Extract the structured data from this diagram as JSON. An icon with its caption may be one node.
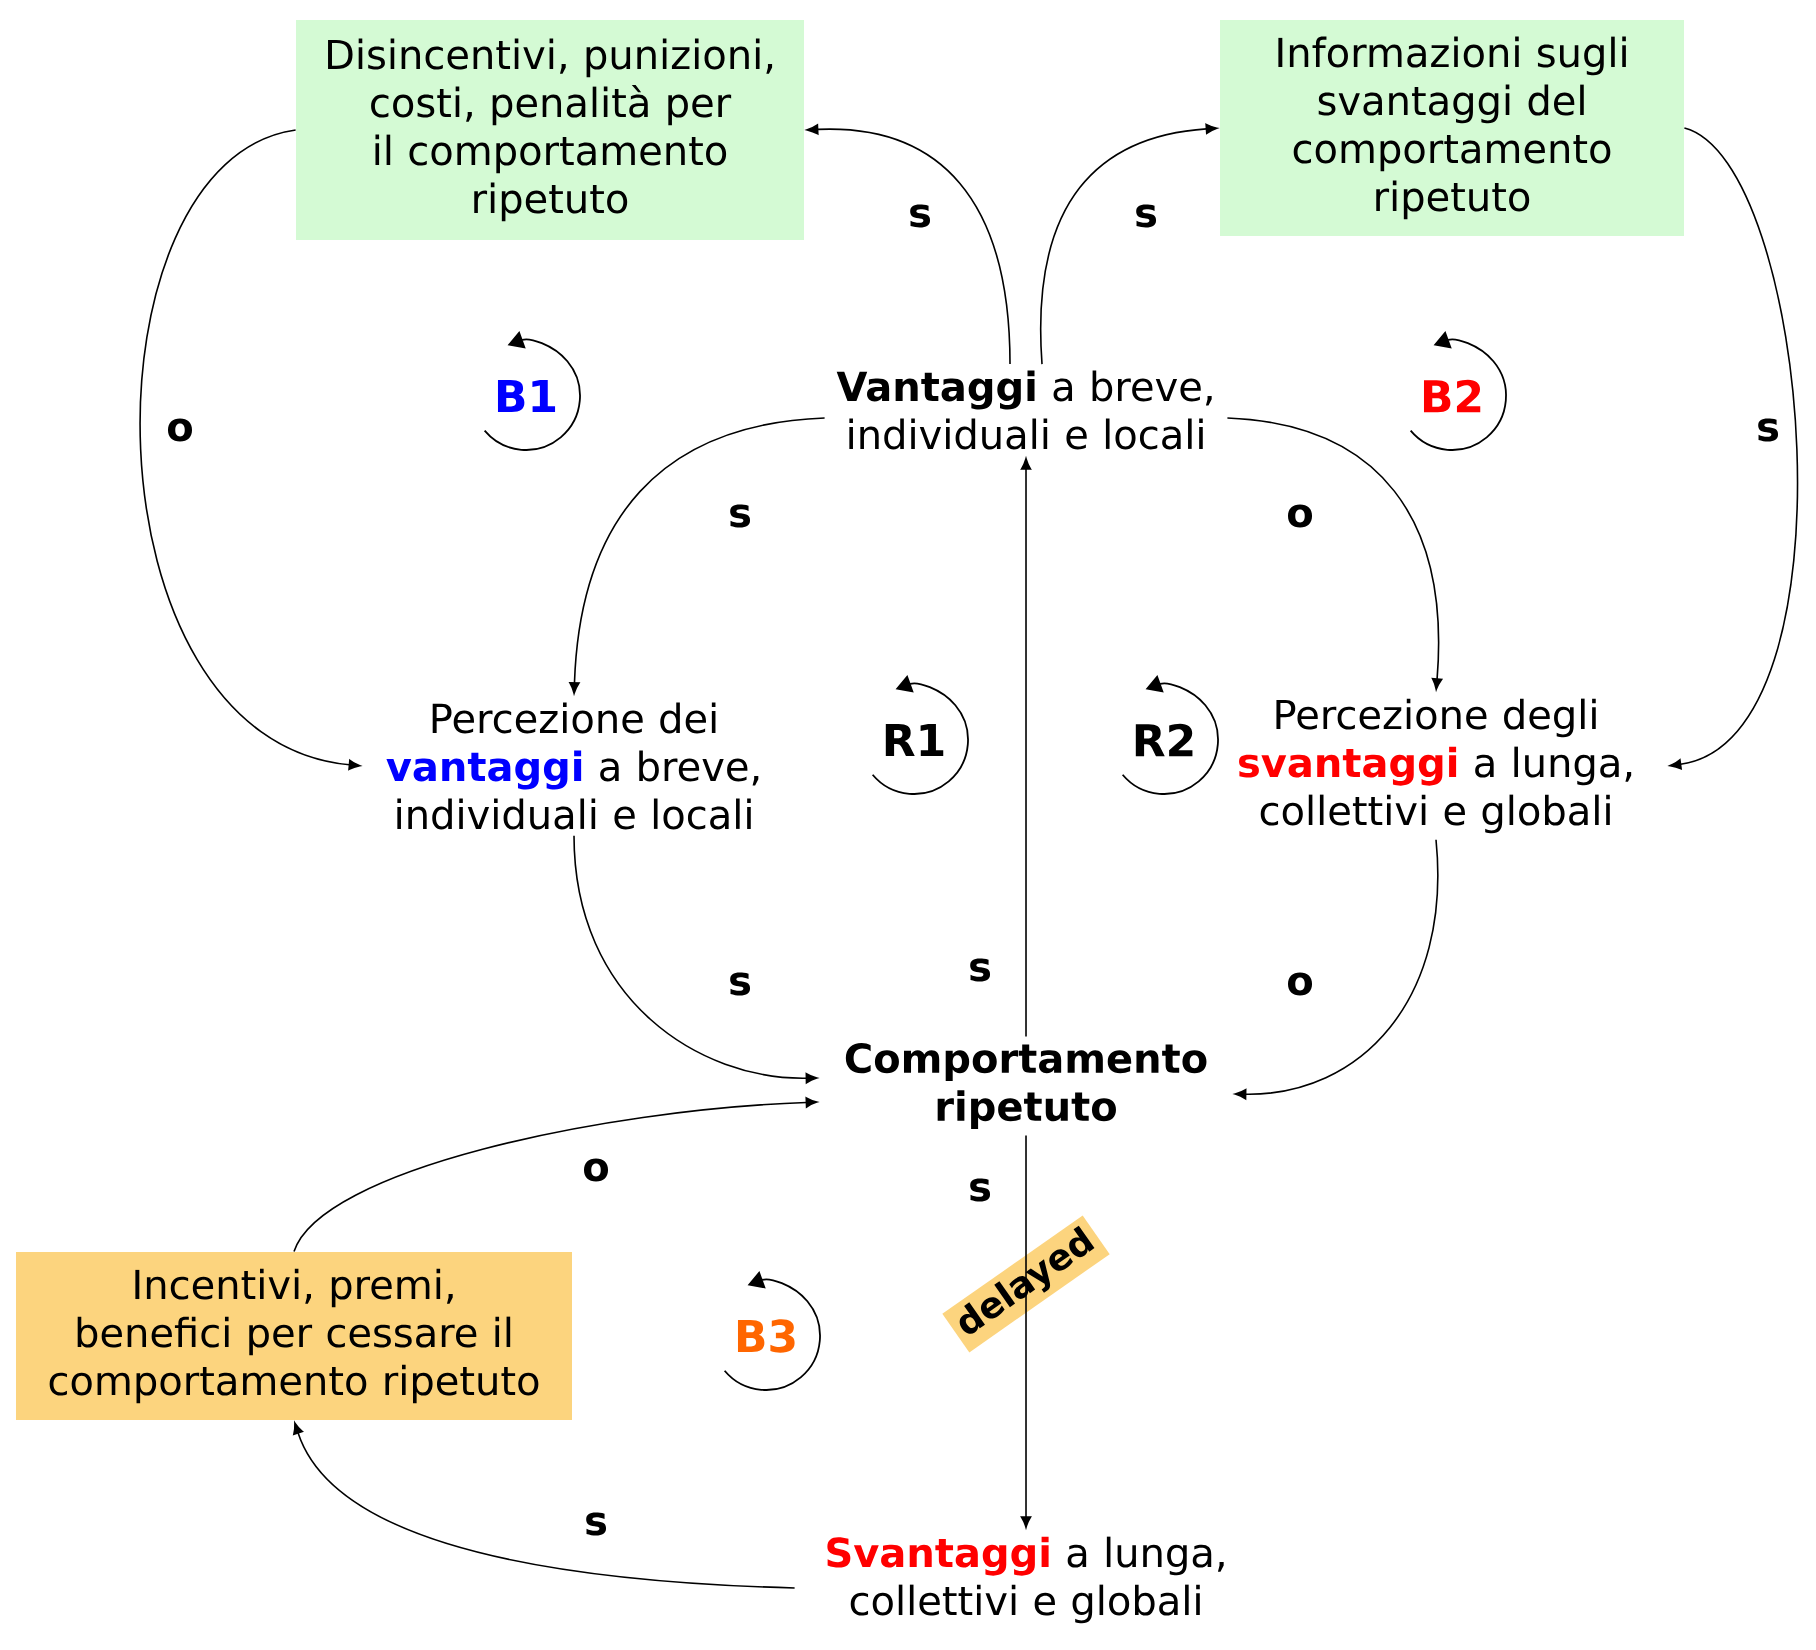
{
  "diagram": {
    "nodes": [
      {
        "text": [
          "Disincentivi, punizioni, costi, penalità per il comportamento ripetuto"
        ]
      },
      {
        "text": [
          "Informazioni sugli svantaggi del comportamento ripetuto"
        ]
      },
      {
        "text": [
          "**Vantaggi** a breve, individuali e locali"
        ]
      },
      {
        "text": [
          "Percezione dei **vantaggi** a breve, individuali e locali"
        ]
      },
      {
        "text": [
          "Percezione degli **svantaggi** a lunga, collettivi e globali"
        ]
      },
      {
        "text": [
          "Comportamento ripetuto"
        ]
      },
      {
        "text": [
          "Incentivi, premi, benefici per cessare il comportamento ripetuto"
        ]
      },
      {
        "text": [
          "**Svantaggi** a lunga, collettivi e globali"
        ]
      }
    ],
    "edges": [
      {
        "from": 2,
        "to": 0,
        "arrow": "to",
        "label": "s"
      },
      {
        "from": 2,
        "to": 1,
        "arrow": "to",
        "label": "s"
      },
      {
        "from": 0,
        "to": 3,
        "arrow": "to",
        "label": "o"
      },
      {
        "from": 1,
        "to": 4,
        "arrow": "to",
        "label": "s"
      },
      {
        "from": 2,
        "to": 3,
        "arrow": "to",
        "label": "s"
      },
      {
        "from": 2,
        "to": 4,
        "arrow": "to",
        "label": "o"
      },
      {
        "from": 3,
        "to": 5,
        "arrow": "to",
        "label": "s"
      },
      {
        "from": 4,
        "to": 5,
        "arrow": "to",
        "label": "o"
      },
      {
        "from": 5,
        "to": 2,
        "arrow": "to",
        "label": "s"
      },
      {
        "from": 5,
        "to": 7,
        "arrow": "to",
        "label": "s"
      },
      {
        "from": 6,
        "to": 5,
        "arrow": "to",
        "label": "o"
      },
      {
        "from": 7,
        "to": 6,
        "arrow": "to",
        "label": "s"
      }
    ],
    "labels": [
      "B1",
      "B2",
      "R1",
      "R2",
      "delayed",
      "B3"
    ]
  }
}
